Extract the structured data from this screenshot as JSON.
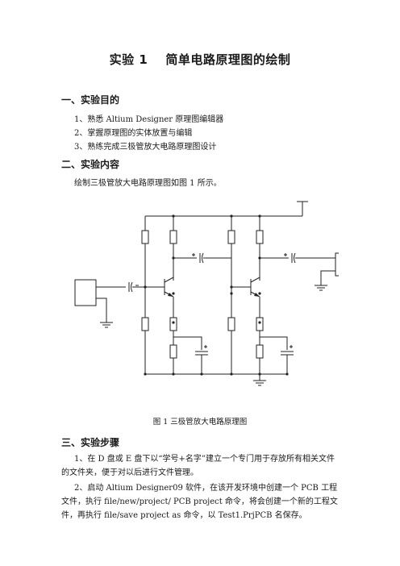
{
  "title": {
    "number": "实验 1",
    "text": "简单电路原理图的绘制"
  },
  "sections": [
    {
      "heading": "一、实验目的",
      "items": [
        "1、熟悉 Altium Designer 原理图编辑器",
        "2、掌握原理图的实体放置与编辑",
        "3、熟练完成三极管放大电路原理图设计"
      ]
    },
    {
      "heading": "二、实验内容",
      "text": "绘制三极管放大电路原理图如图 1 所示。"
    },
    {
      "heading": "三、实验步骤",
      "paragraphs": [
        "1、在 D 盘或 E 盘下以“学号+名字”建立一个专门用于存放所有相关文件的文件夹，便于对以后进行文件管理。",
        "2、启动 Altium Designer09 软件，在该开发环境中创建一个 PCB 工程文件，执行 file/new/project/ PCB project 命令，将会创建一个新的工程文件，再执行 file/save project as 命令，以 Test1.PrjPCB 名保存。"
      ]
    }
  ],
  "figure": {
    "caption": "图 1  三极管放大电路原理图"
  }
}
